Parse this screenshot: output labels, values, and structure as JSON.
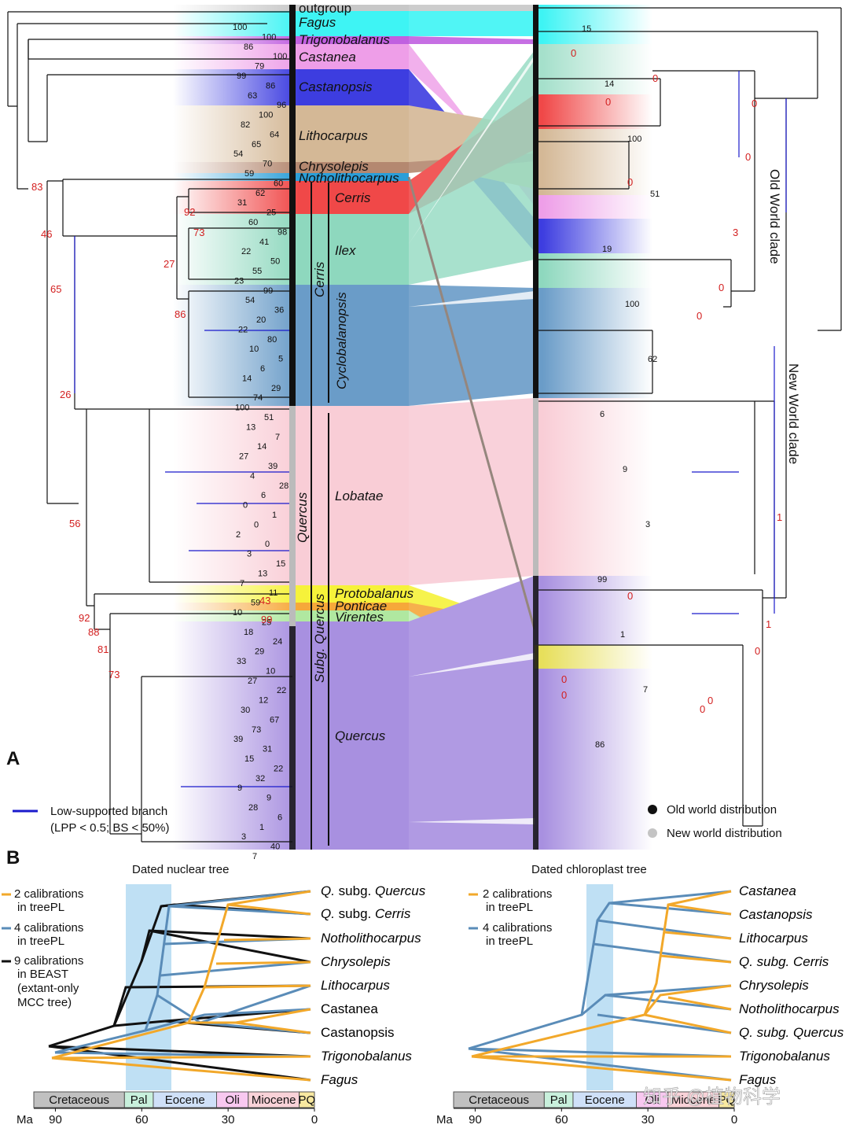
{
  "panel_a": {
    "label": "A",
    "nuclear_clades": [
      "outgroup",
      "Fagus",
      "Trigonobalanus",
      "Castanea",
      "Castanopsis",
      "Lithocarpus",
      "Chrysolepis",
      "Notholithocarpus",
      "Cerris",
      "Ilex",
      "Cyclobalanopsis",
      "Lobatae",
      "Protobalanus",
      "Ponticae",
      "Virentes",
      "Quercus"
    ],
    "section_labels": {
      "cerris": "Cerris",
      "quercus": "Quercus"
    },
    "subgenus_labels": {
      "cerris": "Cerris",
      "quercus": "Subg. Quercus"
    },
    "clade_labels": {
      "old_world": "Old World clade",
      "new_world": "New World clade"
    },
    "support_values": {
      "black": [
        "100",
        "100",
        "86",
        "100",
        "79",
        "99",
        "86",
        "63",
        "96",
        "100",
        "82",
        "64",
        "65",
        "54",
        "70",
        "59",
        "60",
        "62",
        "31",
        "25",
        "60",
        "98",
        "41",
        "22",
        "50",
        "55",
        "23",
        "99",
        "54",
        "36",
        "20",
        "22",
        "80",
        "10",
        "5",
        "6",
        "14",
        "29",
        "74",
        "100",
        "51",
        "13",
        "7",
        "14",
        "27",
        "39",
        "4",
        "28",
        "6",
        "0",
        "1",
        "0",
        "2",
        "0",
        "3",
        "15",
        "13",
        "7",
        "11",
        "59",
        "10",
        "25",
        "18",
        "24",
        "29",
        "33",
        "10",
        "27",
        "22",
        "12",
        "30",
        "67",
        "73",
        "39",
        "31",
        "15",
        "22",
        "32",
        "9",
        "9",
        "28",
        "6",
        "1",
        "3",
        "40",
        "7",
        "15",
        "14",
        "100",
        "51",
        "19",
        "100",
        "62",
        "6",
        "9",
        "3",
        "99",
        "1",
        "7",
        "86"
      ],
      "red": [
        "83",
        "46",
        "65",
        "27",
        "92",
        "73",
        "86",
        "26",
        "56",
        "92",
        "88",
        "81",
        "73",
        "43",
        "99",
        "0",
        "0",
        "0",
        "0",
        "0",
        "0",
        "3",
        "0",
        "0",
        "0",
        "0",
        "1",
        "0",
        "0",
        "0",
        "0",
        "1"
      ]
    },
    "legend": {
      "low_support_line1": "Low-supported branch",
      "low_support_line2": "(LPP < 0.5; BS < 50%)",
      "old_world": "Old world distribution",
      "new_world": "New world distribution"
    },
    "colors": {
      "outgroup": "#c8c8c8",
      "fagus": "#3ef4f4",
      "trigonobalanus": "#c060e0",
      "castanea": "#ee9ee8",
      "castanopsis": "#3d3de0",
      "lithocarpus": "#d4b896",
      "chrysolepis": "#b48870",
      "notholithocarpus": "#2a9ed8",
      "cerris": "#f04848",
      "ilex": "#8ed8be",
      "cyclobalanopsis": "#6a9cc8",
      "lobatae": "#f9cdd6",
      "protobalanus": "#f6f23a",
      "ponticae": "#f6a83a",
      "virentes": "#b0e8a0",
      "quercus": "#a890e0",
      "low_support": "#1a1acc"
    }
  },
  "panel_b": {
    "label": "B",
    "nuclear_title": "Dated nuclear  tree",
    "chloroplast_title": "Dated chloroplast  tree",
    "legend_nuclear": [
      {
        "line1": "2 calibrations",
        "line2": "in treePL",
        "color": "#f2a82a"
      },
      {
        "line1": "4 calibrations",
        "line2": "in treePL",
        "color": "#5a8cb8"
      },
      {
        "line1": "9 calibrations",
        "line2": "in BEAST",
        "line3": "(extant-only",
        "line4": "MCC tree)",
        "color": "#111111"
      }
    ],
    "legend_chloroplast": [
      {
        "line1": "2 calibrations",
        "line2": "in treePL",
        "color": "#f2a82a"
      },
      {
        "line1": "4 calibrations",
        "line2": "in treePL",
        "color": "#5a8cb8"
      }
    ],
    "nuclear_taxa": [
      {
        "pre": "Q.",
        "mid": " subg. ",
        "post": "Quercus",
        "ital": true
      },
      {
        "pre": "Q.",
        "mid": " subg. ",
        "post": "Cerris",
        "ital": true
      },
      {
        "name": "Notholithocarpus",
        "ital": true
      },
      {
        "name": "Chrysolepis",
        "ital": true
      },
      {
        "name": "Lithocarpus",
        "ital": true
      },
      {
        "name": "Castanea",
        "ital": false
      },
      {
        "name": "Castanopsis",
        "ital": false
      },
      {
        "name": "Trigonobalanus",
        "ital": true
      },
      {
        "name": "Fagus",
        "ital": true
      }
    ],
    "chloroplast_taxa": [
      "Castanea",
      "Castanopsis",
      "Lithocarpus",
      "Q. subg. Cerris",
      "Chrysolepis",
      "Notholithocarpus",
      "Q. subg. Quercus",
      "Trigonobalanus",
      "Fagus"
    ],
    "timescale": {
      "periods": [
        {
          "name": "Cretaceous",
          "color": "#c0c0c0"
        },
        {
          "name": "Pal",
          "color": "#c8f0dc"
        },
        {
          "name": "Eocene",
          "color": "#cfe0f8"
        },
        {
          "name": "Oli",
          "color": "#f8c8f0"
        },
        {
          "name": "Miocene",
          "color": "#f9d2d8"
        },
        {
          "name": "PQ",
          "color": "#f8e8a0"
        }
      ],
      "unit": "Ma",
      "ticks": [
        "90",
        "60",
        "30",
        "0"
      ]
    },
    "watermark": "知乎 @植物科学"
  }
}
